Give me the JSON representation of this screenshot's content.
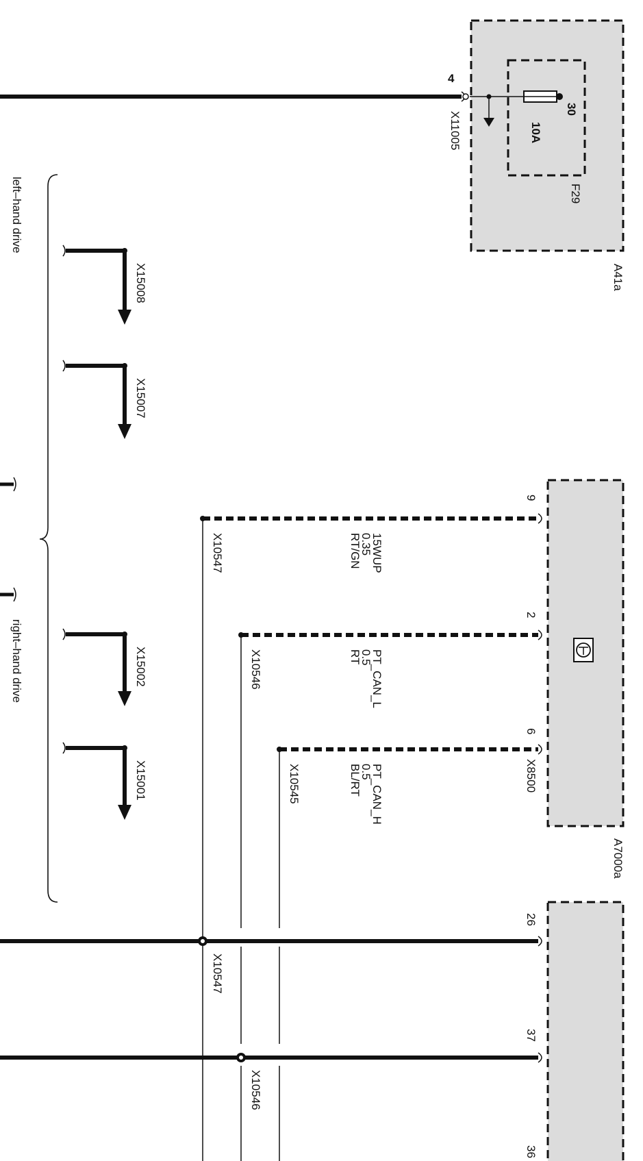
{
  "components": {
    "a41a": {
      "name": "A41a",
      "fuse_name": "F29",
      "fuse_rating": "10A",
      "fuse_terminal": "30",
      "pin": "4",
      "connector": "X11005"
    },
    "a7000a": {
      "name": "A7000a",
      "connector": "X8500",
      "pins": [
        "9",
        "2",
        "6"
      ]
    },
    "lower_module": {
      "pins": [
        "26",
        "37",
        "36"
      ]
    }
  },
  "wires": [
    {
      "signal": "15WUP",
      "size": "0.35",
      "color": "RT/GN",
      "splice": "X10547"
    },
    {
      "signal": "PT_CAN_L",
      "size": "0.5",
      "color": "RT",
      "splice": "X10546"
    },
    {
      "signal": "PT_CAN_H",
      "size": "0.5",
      "color": "BL/RT",
      "splice": "X10545"
    }
  ],
  "ground_connectors": {
    "left": [
      "X15008",
      "X15007"
    ],
    "right": [
      "X15002",
      "X15001"
    ]
  },
  "lower_splices": [
    "X10547",
    "X10546"
  ],
  "drive_labels": {
    "left": "left–hand drive",
    "right": "right–hand drive"
  },
  "colors": {
    "ink": "#111111",
    "module_fill": "#dcdcdc"
  }
}
